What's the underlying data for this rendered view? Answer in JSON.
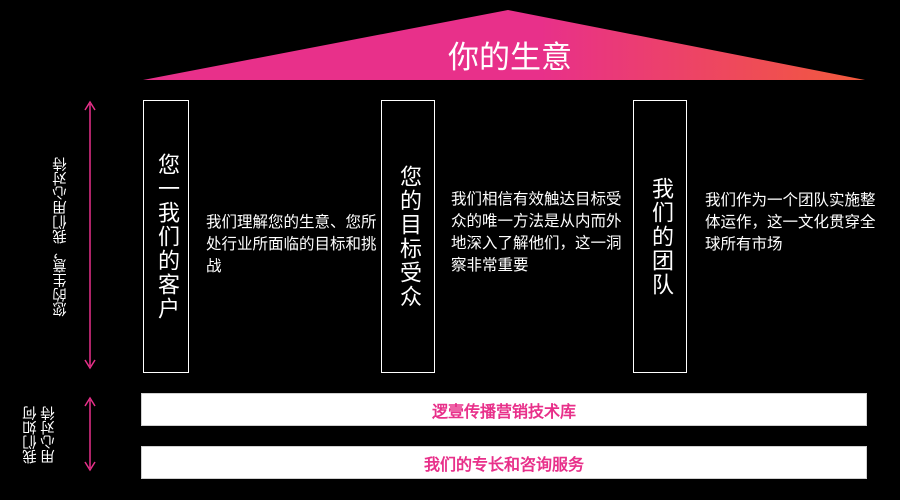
{
  "roof": {
    "title": "你的生意"
  },
  "pillars": [
    {
      "label": "您一我们的客户",
      "description": "我们理解您的生意、您所处行业所面临的目标和挑战"
    },
    {
      "label": "您的目标受众",
      "description": "我们相信有效触达目标受众的唯一方法是从内而外地深入了解他们，这一洞察非常重要"
    },
    {
      "label": "我们的团队",
      "description": "我们作为一个团队实施整体运作，这一文化贯穿全球所有市场"
    }
  ],
  "foundation": [
    {
      "label": "逻壹传播营销技术库"
    },
    {
      "label": "我们的专长和咨询服务"
    }
  ],
  "side_labels": {
    "upper": "您的生意，我们用心对待",
    "lower_line1": "我们如何",
    "lower_line2": "用心对待"
  },
  "colors": {
    "roof_gradient_start": "#e8308a",
    "roof_gradient_end": "#f25a3c",
    "accent_pink": "#e8308a",
    "background": "#000000"
  }
}
